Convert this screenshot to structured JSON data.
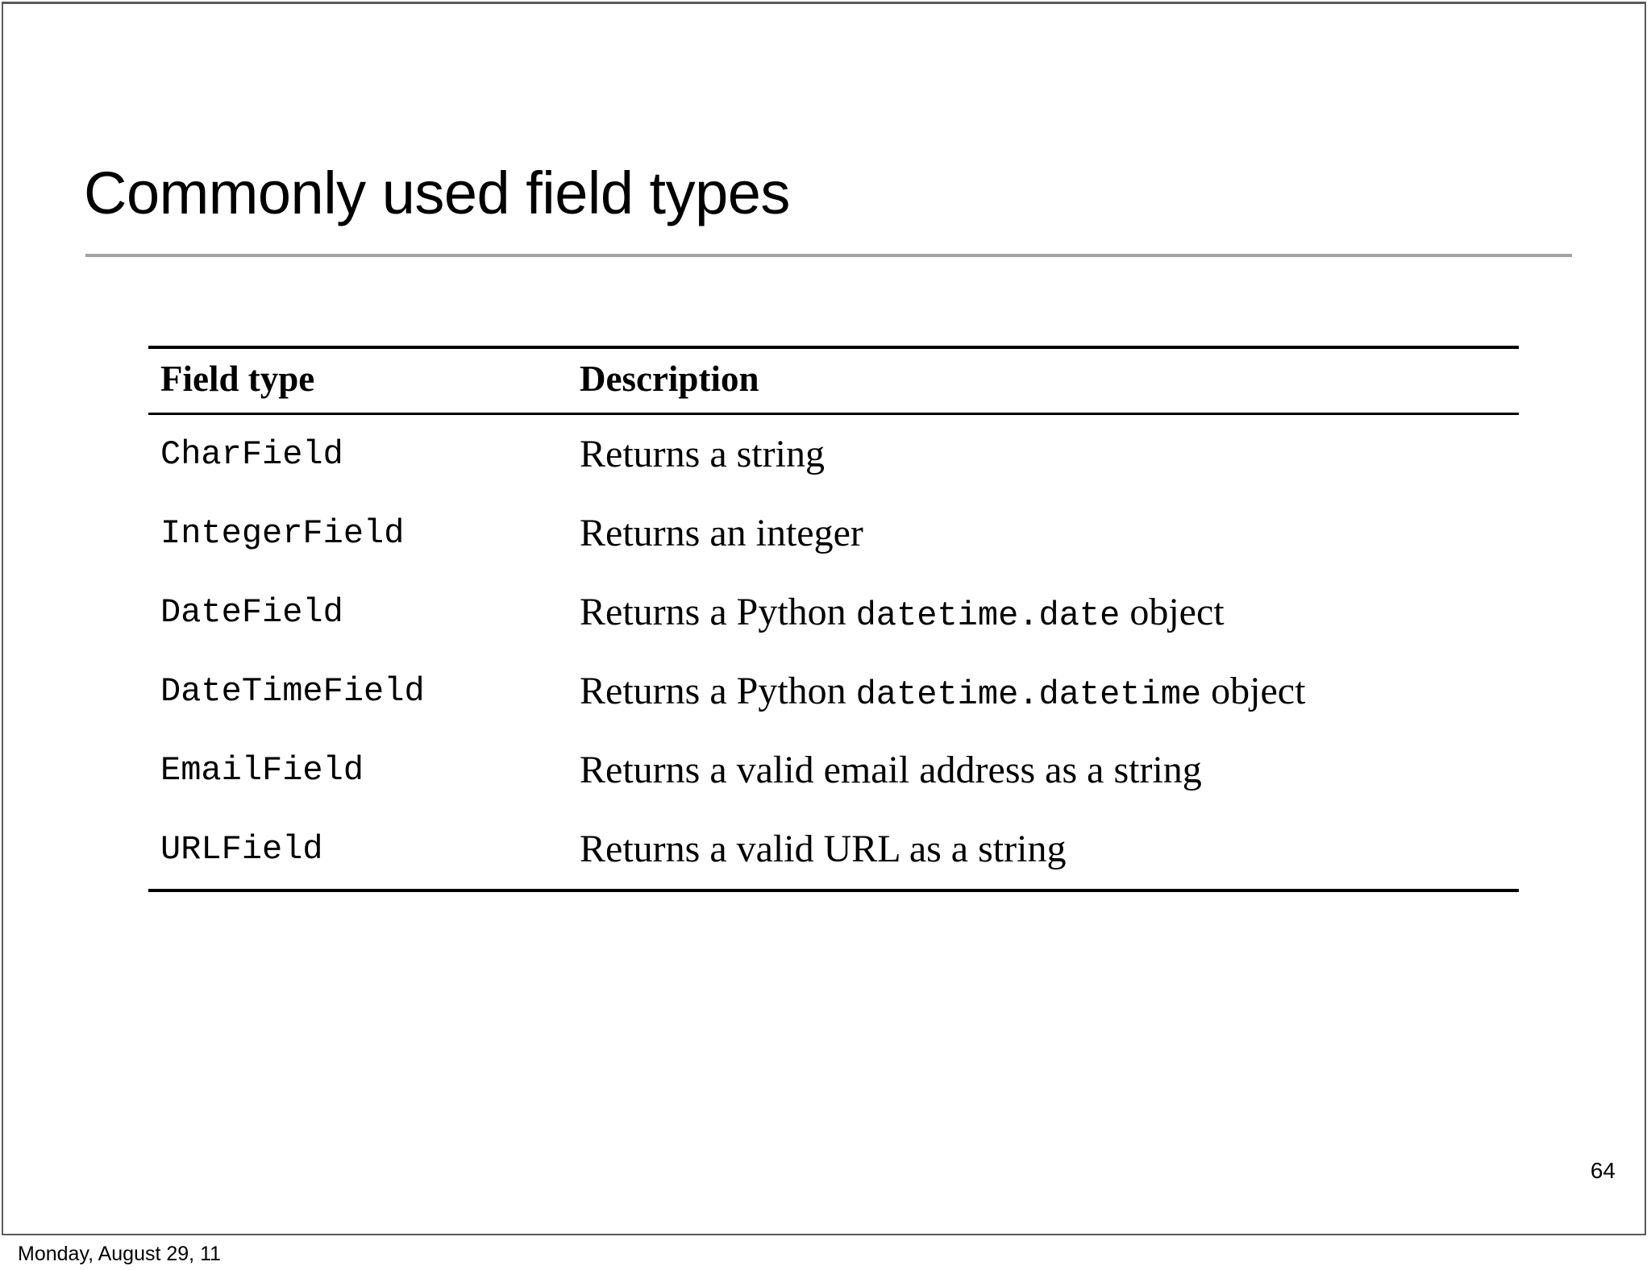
{
  "slide": {
    "title": "Commonly used field types",
    "page_number": "64",
    "footer_date": "Monday, August 29, 11"
  },
  "table": {
    "headers": {
      "field_type": "Field type",
      "description": "Description"
    },
    "rows": [
      {
        "field_type": "CharField",
        "description_parts": [
          {
            "text": "Returns a string",
            "style": "text"
          }
        ],
        "description_plain": "Returns a string"
      },
      {
        "field_type": "IntegerField",
        "description_parts": [
          {
            "text": "Returns an integer",
            "style": "text"
          }
        ],
        "description_plain": "Returns an integer"
      },
      {
        "field_type": "DateField",
        "description_parts": [
          {
            "text": "Returns a Python ",
            "style": "text"
          },
          {
            "text": "datetime.date",
            "style": "code"
          },
          {
            "text": " object",
            "style": "text"
          }
        ],
        "description_plain": "Returns a Python datetime.date object"
      },
      {
        "field_type": "DateTimeField",
        "description_parts": [
          {
            "text": "Returns a Python ",
            "style": "text"
          },
          {
            "text": "datetime.datetime",
            "style": "code"
          },
          {
            "text": " object",
            "style": "text"
          }
        ],
        "description_plain": "Returns a Python datetime.datetime object"
      },
      {
        "field_type": "EmailField",
        "description_parts": [
          {
            "text": "Returns a valid email address as a string",
            "style": "text"
          }
        ],
        "description_plain": "Returns a valid email address as a string"
      },
      {
        "field_type": "URLField",
        "description_parts": [
          {
            "text": "Returns a valid URL as a string",
            "style": "text"
          }
        ],
        "description_plain": "Returns a valid URL as a string"
      }
    ]
  },
  "colors": {
    "background": "#ffffff",
    "text": "#000000",
    "title_rule": "#a3a3a3",
    "frame_border": "#5b5b5b",
    "table_rule": "#000000"
  }
}
